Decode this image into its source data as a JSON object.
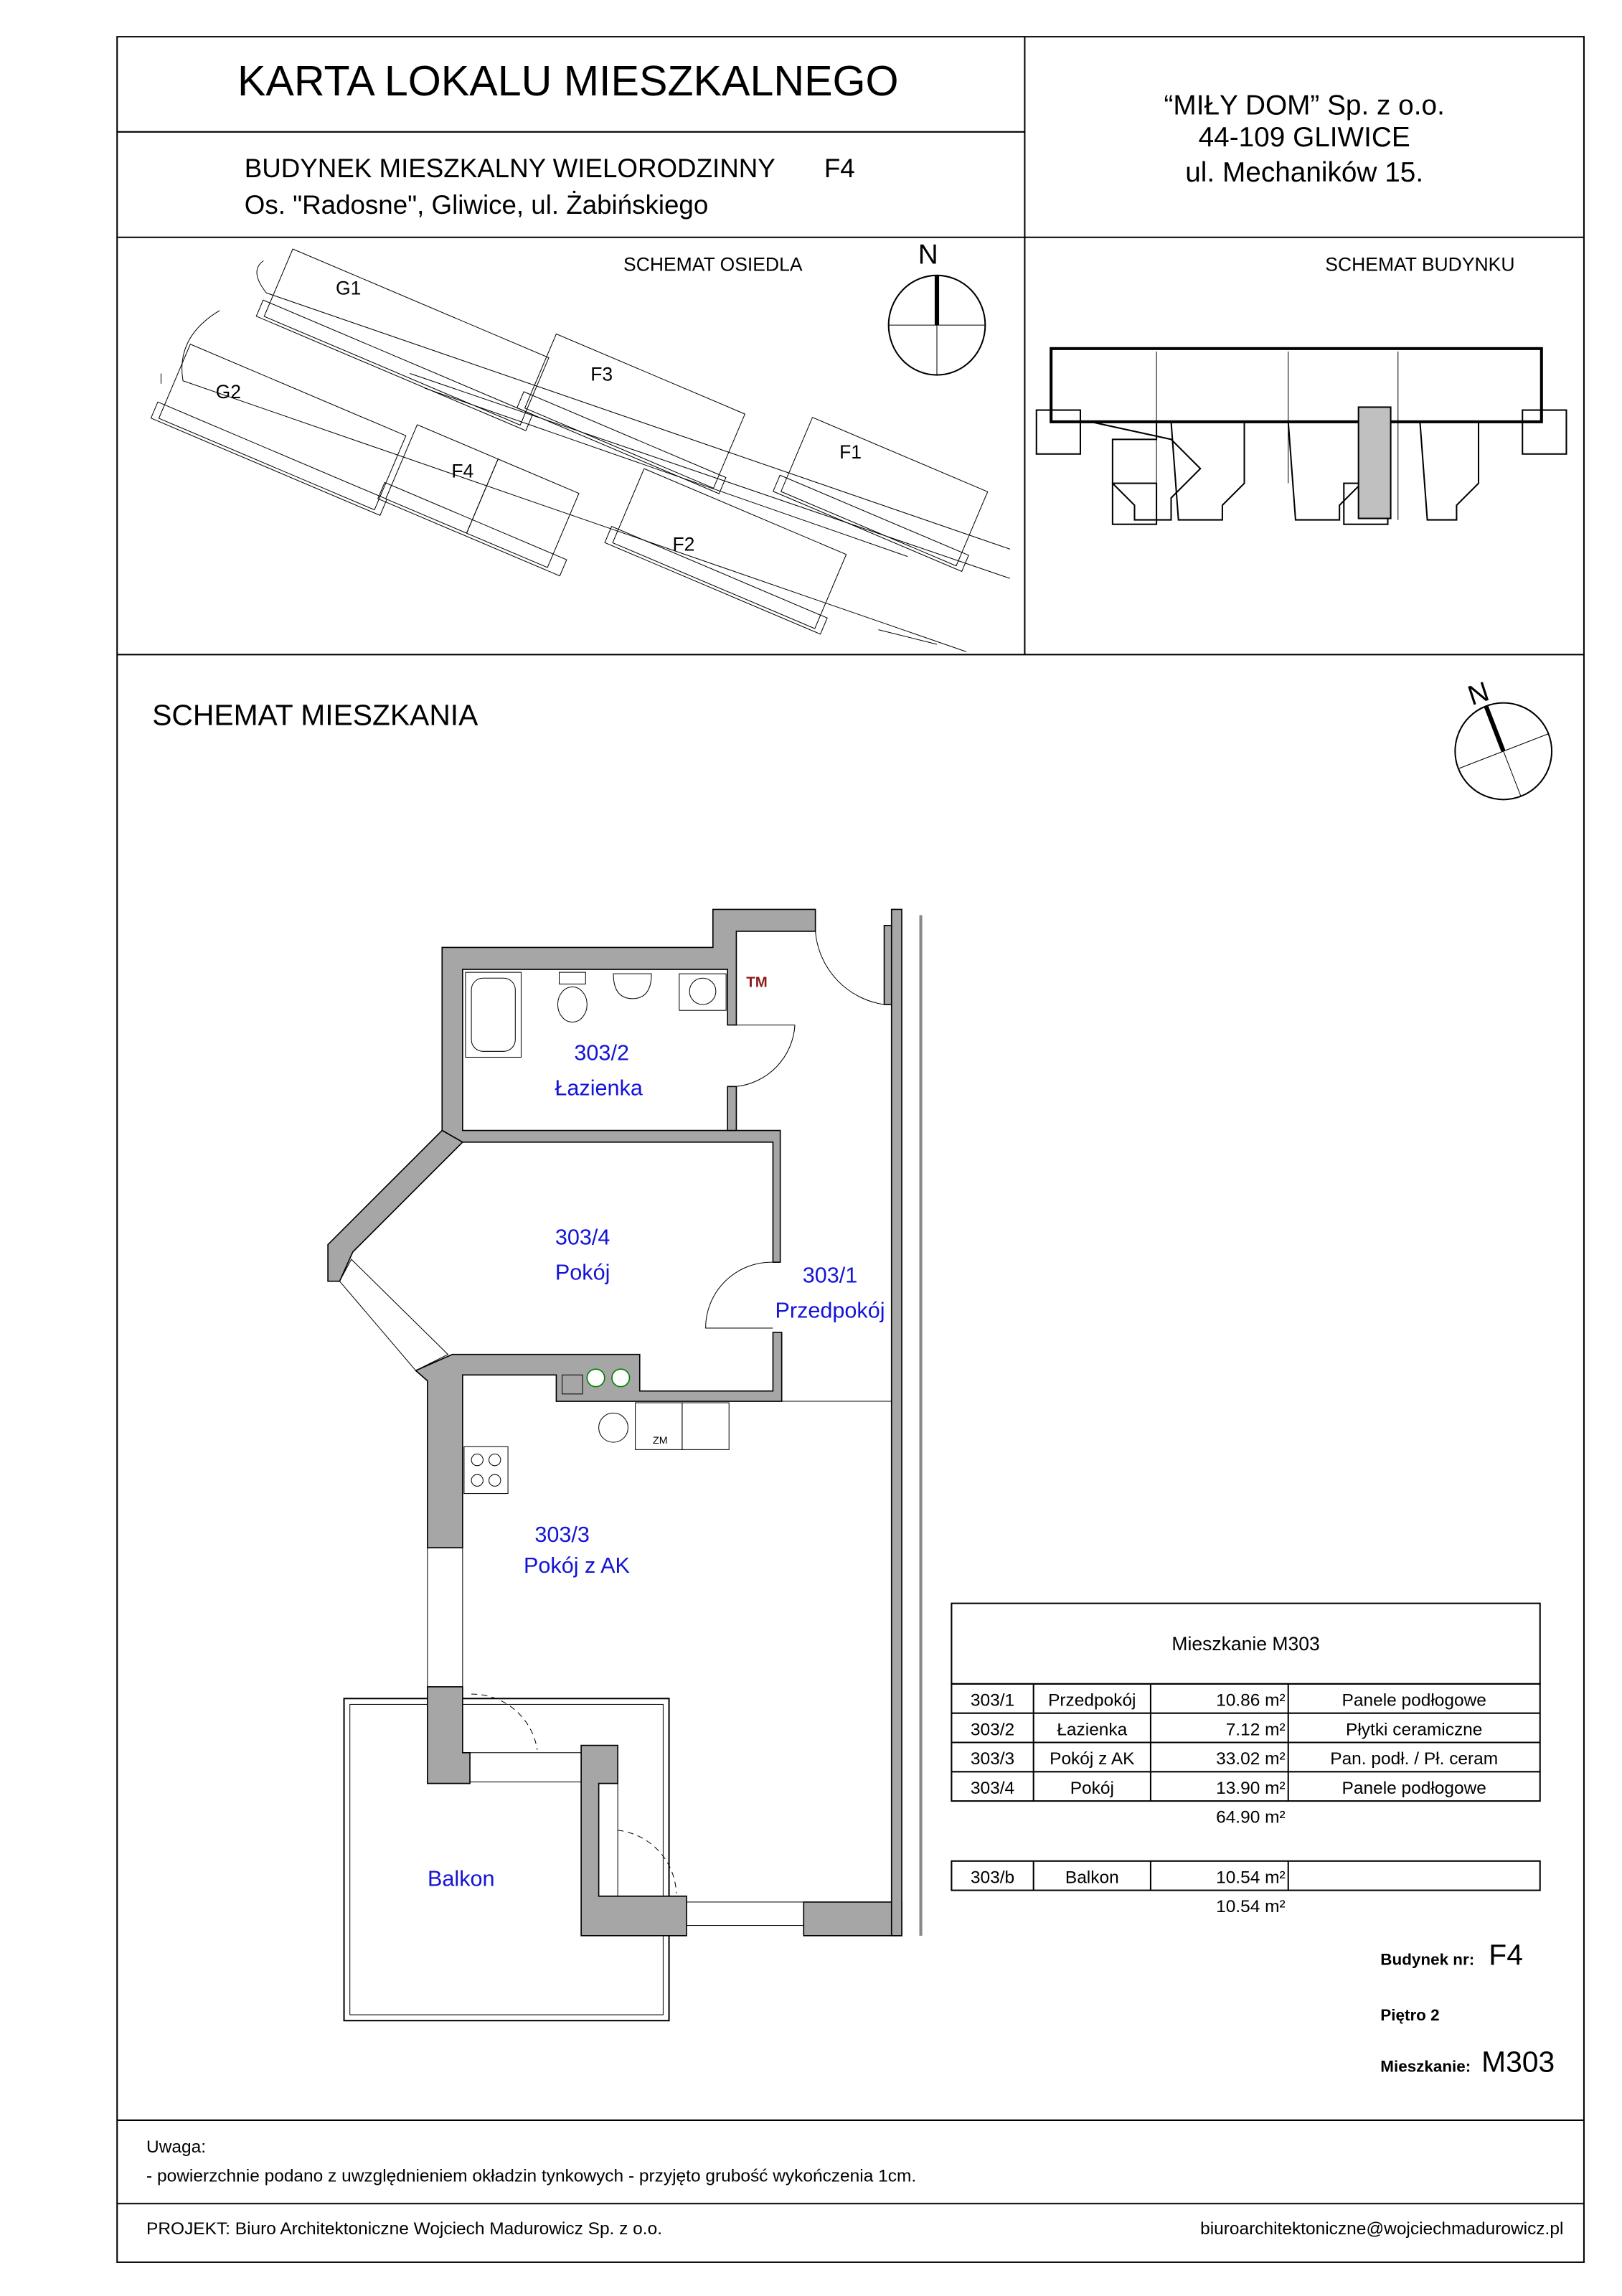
{
  "header": {
    "title": "KARTA LOKALU MIESZKALNEGO",
    "building_line": "BUDYNEK MIESZKALNY WIELORODZINNY",
    "building_code": "F4",
    "address_line": "Os. \"Radosne\", Gliwice, ul. Żabińskiego",
    "company": [
      "“MIŁY DOM” Sp. z o.o.",
      "44-109 GLIWICE",
      "ul. Mechaników 15."
    ]
  },
  "schemat_osiedla": {
    "title": "SCHEMAT OSIEDLA",
    "north": "N",
    "buildings": [
      "G1",
      "G2",
      "F3",
      "F1",
      "F4",
      "F2"
    ],
    "highlighted": "F4"
  },
  "schemat_budynku": {
    "title": "SCHEMAT BUDYNKU"
  },
  "schemat_mieszkania": {
    "title": "SCHEMAT MIESZKANIA",
    "north": "N",
    "rooms": [
      {
        "id": "303/2",
        "name": "Łazienka"
      },
      {
        "id": "303/4",
        "name": "Pokój"
      },
      {
        "id": "303/1",
        "name": "Przedpokój"
      },
      {
        "id": "303/3",
        "name": "Pokój z AK"
      }
    ],
    "balcony_label": "Balkon",
    "tm_label": "TM",
    "zm_label": "ZM"
  },
  "table": {
    "title": "Mieszkanie  M303",
    "rows": [
      {
        "id": "303/1",
        "name": "Przedpokój",
        "area": "10.86 m²",
        "floor": "Panele podłogowe"
      },
      {
        "id": "303/2",
        "name": "Łazienka",
        "area": "7.12 m²",
        "floor": "Płytki ceramiczne"
      },
      {
        "id": "303/3",
        "name": "Pokój z AK",
        "area": "33.02 m²",
        "floor": "Pan. podł. / Pł. ceram"
      },
      {
        "id": "303/4",
        "name": "Pokój",
        "area": "13.90 m²",
        "floor": "Panele podłogowe"
      }
    ],
    "total": "64.90 m²",
    "balcony_rows": [
      {
        "id": "303/b",
        "name": "Balkon",
        "area": "10.54 m²",
        "floor": ""
      }
    ],
    "balcony_total": "10.54 m²"
  },
  "info": {
    "building_label": "Budynek nr:",
    "building_value": "F4",
    "floor_label": "Piętro 2",
    "apartment_label": "Mieszkanie:",
    "apartment_value": "M303"
  },
  "notes": {
    "title": "Uwaga:",
    "text": "- powierzchnie podano z uwzględnieniem okładzin tynkowych - przyjęto grubość wykończenia 1cm."
  },
  "footer": {
    "project": "PROJEKT:  Biuro Architektoniczne Wojciech Madurowicz Sp. z o.o.",
    "email": "biuroarchitektoniczne@wojciechmadurowicz.pl"
  }
}
